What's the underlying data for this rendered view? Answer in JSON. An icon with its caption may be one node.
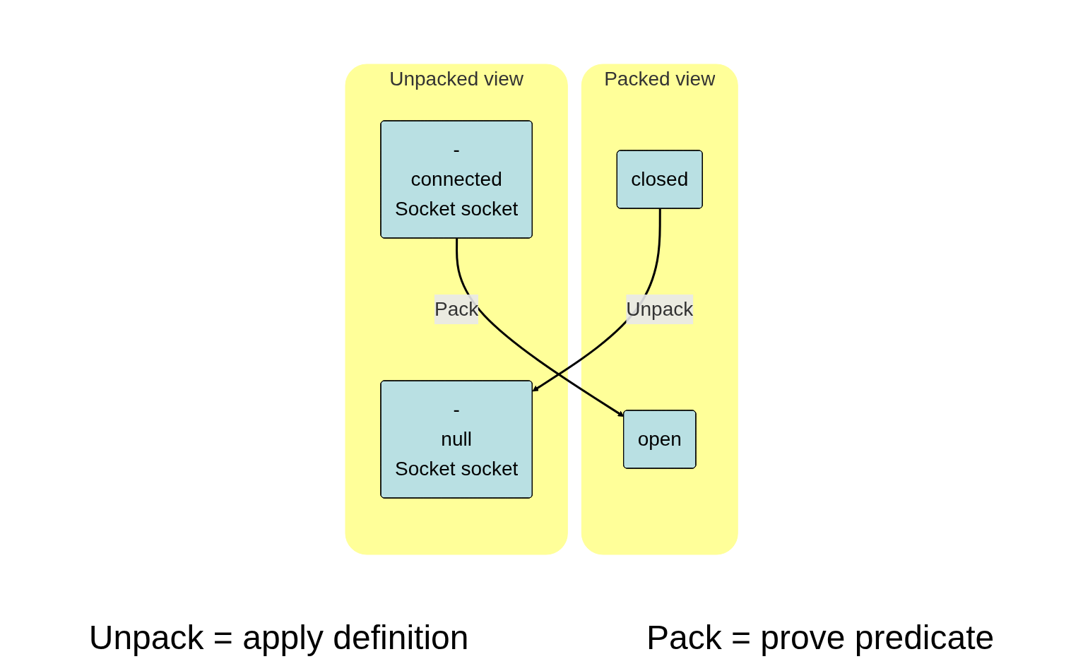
{
  "diagram": {
    "nodes": [
      {
        "text": [
          "Packed view"
        ]
      },
      {
        "text": [
          "closed"
        ],
        "in": 0
      },
      {
        "text": [
          "open"
        ],
        "in": 0
      },
      {
        "text": [
          "Unpacked view"
        ]
      },
      {
        "text": [
          "-",
          "null",
          "Socket socket"
        ],
        "in": 3
      },
      {
        "text": [
          "-",
          "connected",
          "Socket socket"
        ],
        "in": 3
      }
    ],
    "edges": [
      {
        "from": 1,
        "to": 4,
        "label": "Unpack",
        "arrow": "to"
      },
      {
        "from": 5,
        "to": 2,
        "label": "Pack",
        "arrow": "to"
      }
    ],
    "labels": [
      "Unpack = apply definition",
      "Pack = prove predicate"
    ]
  }
}
